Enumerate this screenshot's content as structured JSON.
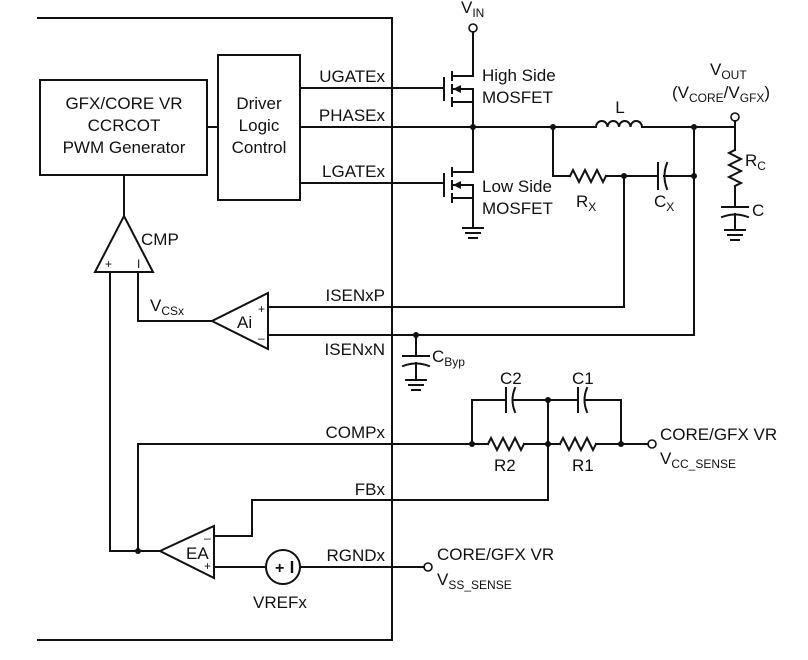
{
  "blocks": {
    "pwm": {
      "line1": "GFX/CORE VR",
      "line2": "CCRCOT",
      "line3": "PWM Generator"
    },
    "driver": {
      "line1": "Driver",
      "line2": "Logic",
      "line3": "Control"
    }
  },
  "pins": {
    "ugate": "UGATEx",
    "phase": "PHASEx",
    "lgate": "LGATEx",
    "isenp": "ISENxP",
    "isenn": "ISENxN",
    "comp": "COMPx",
    "fb": "FBx",
    "rgnd": "RGNDx"
  },
  "components": {
    "vin": {
      "main": "V",
      "sub": "IN"
    },
    "hs_mosfet": {
      "line1": "High Side",
      "line2": "MOSFET"
    },
    "ls_mosfet": {
      "line1": "Low Side",
      "line2": "MOSFET"
    },
    "inductor": "L",
    "vout": {
      "main": "V",
      "sub": "OUT"
    },
    "vout_alt": {
      "open": "(V",
      "core": "CORE",
      "slash": "/V",
      "gfx": "GFX",
      "close": ")"
    },
    "rx": {
      "main": "R",
      "sub": "X"
    },
    "cx": {
      "main": "C",
      "sub": "X"
    },
    "rc": {
      "main": "R",
      "sub": "C"
    },
    "c_out": "C",
    "cbyp": {
      "main": "C",
      "sub": "Byp"
    },
    "c1": "C1",
    "c2": "C2",
    "r1": "R1",
    "r2": "R2",
    "vrefx": "VREFx",
    "vcsx": {
      "main": "V",
      "sub": "CSx"
    }
  },
  "amps": {
    "cmp": {
      "label": "CMP",
      "plus": "+",
      "minus": "I"
    },
    "ai": {
      "label": "Ai",
      "plus": "+",
      "minus": "–"
    },
    "ea": {
      "label": "EA",
      "plus": "+",
      "minus": "–"
    }
  },
  "sense": {
    "cc_title": "CORE/GFX VR",
    "cc": {
      "main": "V",
      "sub": "CC_SENSE"
    },
    "ss_title": "CORE/GFX VR",
    "ss": {
      "main": "V",
      "sub": "SS_SENSE"
    }
  }
}
